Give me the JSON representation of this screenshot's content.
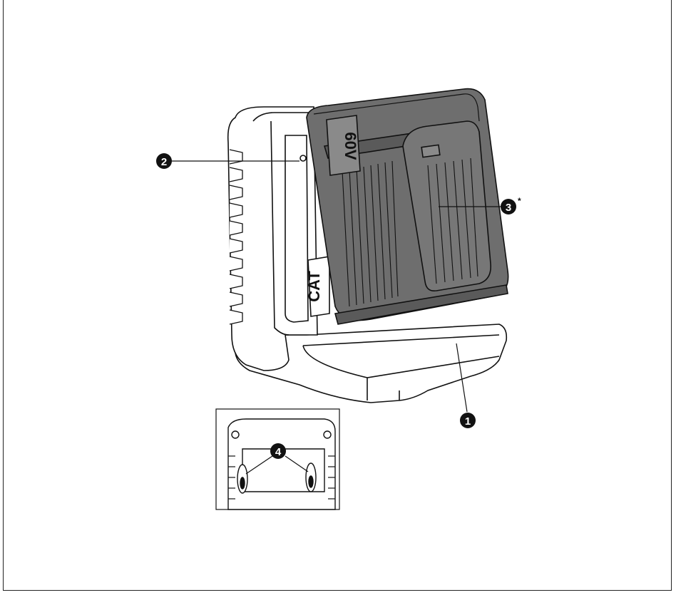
{
  "callouts": {
    "c1": {
      "label": "1"
    },
    "c2": {
      "label": "2"
    },
    "c3": {
      "label": "3",
      "suffix": "*"
    },
    "c4": {
      "label": "4"
    }
  },
  "battery_logo": {
    "text": "CAT"
  },
  "battery_label": {
    "text": "60V"
  },
  "colors": {
    "outline": "#111111",
    "battery_fill": "#6e6e6e",
    "callout_fill": "#111111"
  }
}
